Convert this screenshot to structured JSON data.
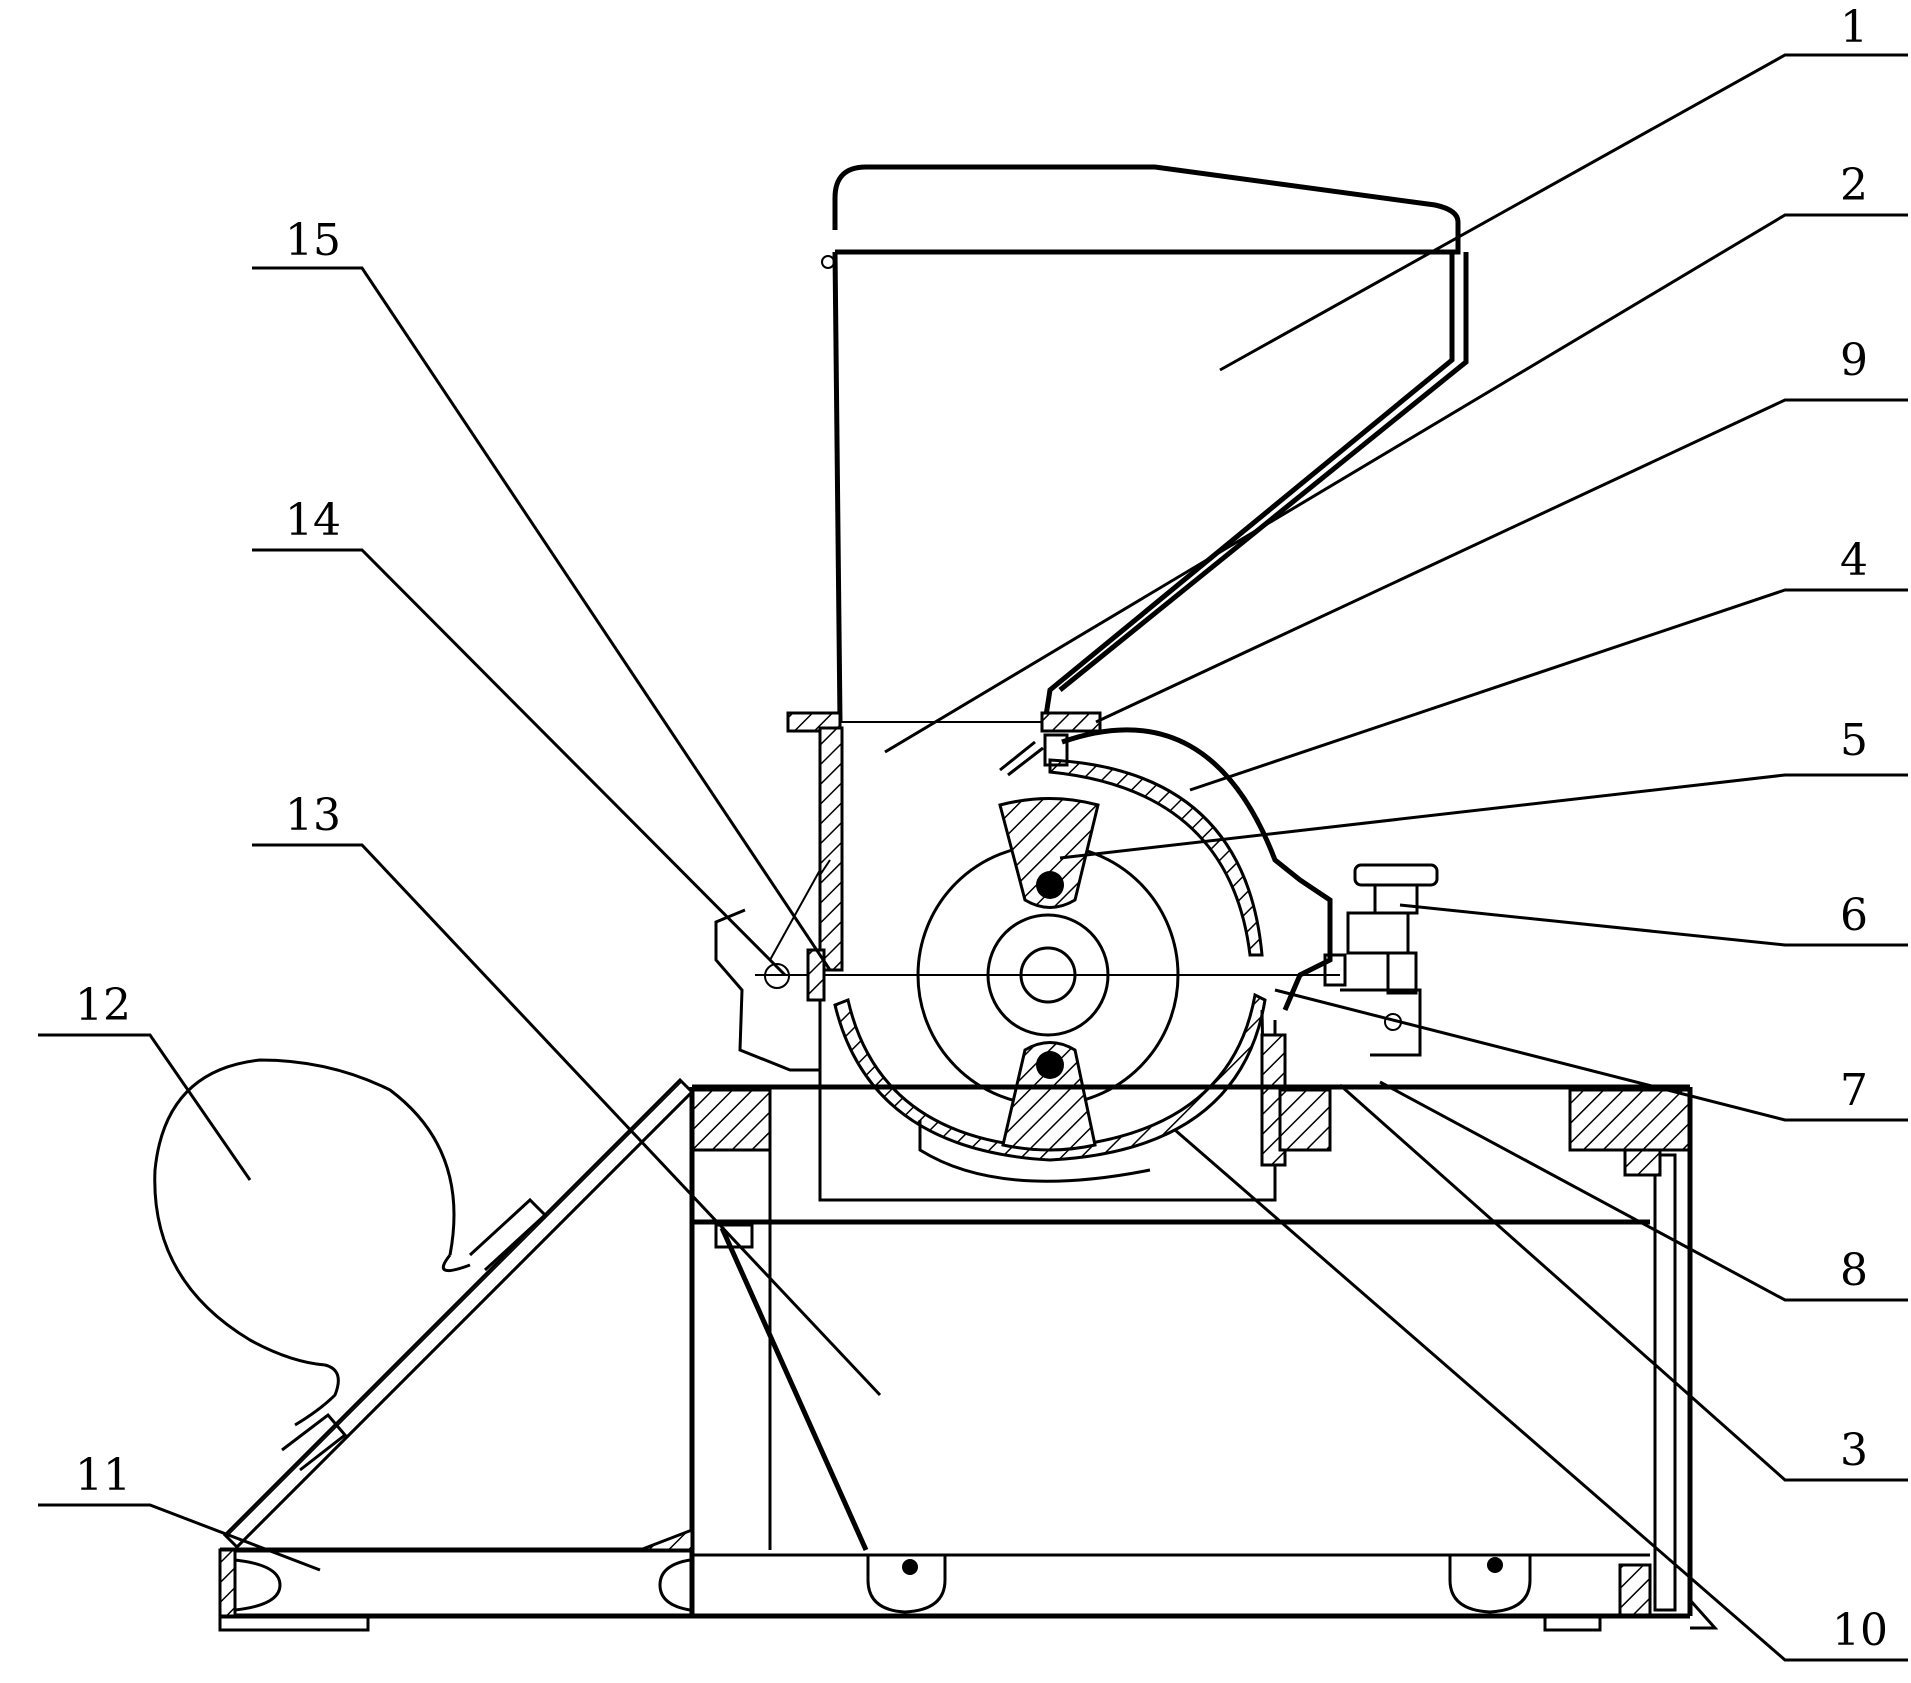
{
  "callouts": [
    {
      "number": "1"
    },
    {
      "number": "2"
    },
    {
      "number": "9"
    },
    {
      "number": "4"
    },
    {
      "number": "5"
    },
    {
      "number": "6"
    },
    {
      "number": "7"
    },
    {
      "number": "8"
    },
    {
      "number": "3"
    },
    {
      "number": "10"
    },
    {
      "number": "15"
    },
    {
      "number": "14"
    },
    {
      "number": "13"
    },
    {
      "number": "12"
    },
    {
      "number": "11"
    }
  ]
}
